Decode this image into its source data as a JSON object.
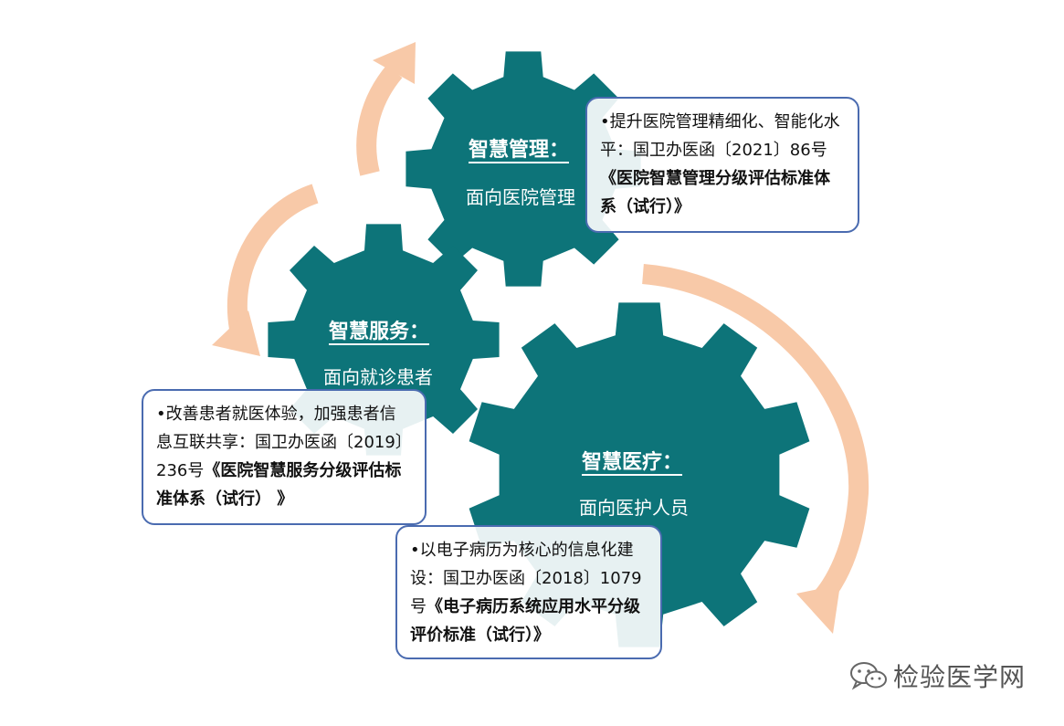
{
  "colors": {
    "gear": "#0d7479",
    "arrow": "#f8c9a8",
    "border": "#4a6bb0"
  },
  "gears": {
    "management": {
      "title": "智慧管理：",
      "subtitle": "面向医院管理"
    },
    "service": {
      "title": "智慧服务：",
      "subtitle": "面向就诊患者"
    },
    "medical": {
      "title": "智慧医疗：",
      "subtitle": "面向医护人员"
    }
  },
  "callouts": {
    "management": {
      "bullet": "•",
      "text": "提升医院管理精细化、智能化水平：国卫办医函〔2021〕86号",
      "bold": "《医院智慧管理分级评估标准体系（试行）》"
    },
    "service": {
      "bullet": "•",
      "text": "改善患者就医体验，加强患者信息互联共享：国卫办医函〔2019〕236号",
      "bold": "《医院智慧服务分级评估标准体系（试行） 》"
    },
    "medical": {
      "bullet": "•",
      "text": "以电子病历为核心的信息化建设：国卫办医函〔2018〕1079号",
      "bold": "《电子病历系统应用水平分级评价标准（试行）》"
    }
  },
  "watermark": {
    "icon": "wechat-icon",
    "text": "检验医学网"
  }
}
